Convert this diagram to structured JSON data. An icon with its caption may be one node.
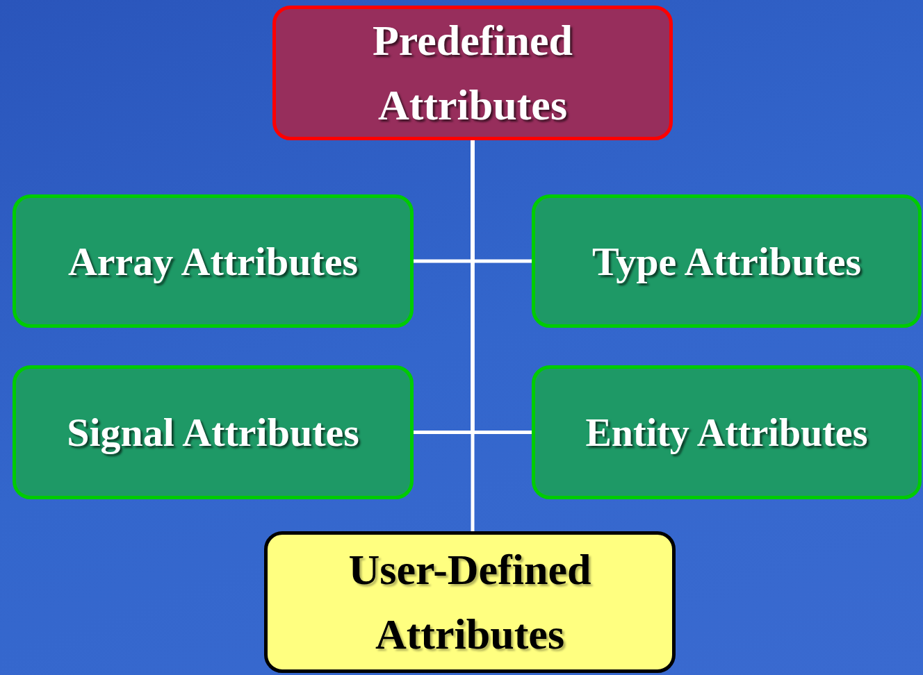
{
  "diagram": {
    "nodes": [
      {
        "text": [
          "Predefined Attributes"
        ]
      },
      {
        "text": [
          "Array Attributes"
        ]
      },
      {
        "text": [
          "Type Attributes"
        ]
      },
      {
        "text": [
          "Signal Attributes"
        ]
      },
      {
        "text": [
          "Entity Attributes"
        ]
      },
      {
        "text": [
          "User-Defined Attributes"
        ]
      }
    ],
    "edges": [
      {
        "from": 0,
        "to": 1,
        "arrow": "none"
      },
      {
        "from": 0,
        "to": 2,
        "arrow": "none"
      },
      {
        "from": 0,
        "to": 3,
        "arrow": "none"
      },
      {
        "from": 0,
        "to": 4,
        "arrow": "none"
      },
      {
        "from": 0,
        "to": 5,
        "arrow": "none"
      }
    ]
  }
}
